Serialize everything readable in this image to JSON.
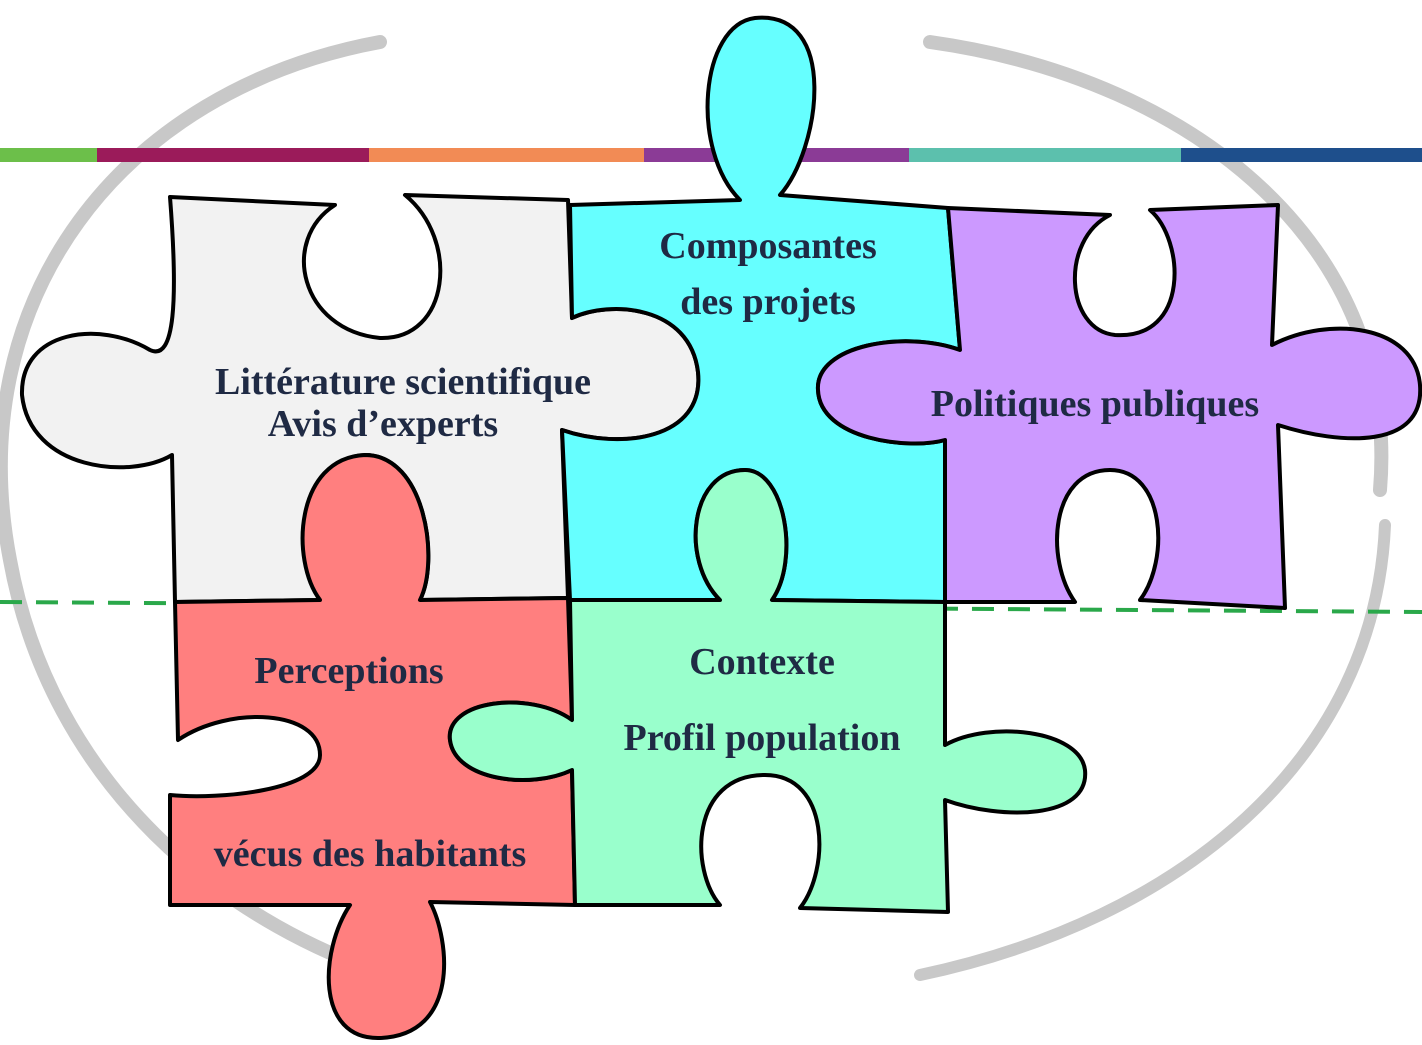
{
  "colors": {
    "bar": [
      "#6cbf4a",
      "#9b1b5a",
      "#f28b55",
      "#8b3b96",
      "#5cc0ad",
      "#1e4f8c"
    ],
    "dash": "#2aa84a",
    "ellipse": "#c8c8c8",
    "literature": "#f2f2f2",
    "components": "#66ffff",
    "policies": "#cc99ff",
    "perceptions": "#ff7f7f",
    "context": "#99ffcc"
  },
  "pieces": {
    "literature": {
      "line1": "Littérature scientifique",
      "line2": "Avis d’experts"
    },
    "components": {
      "line1": "Composantes",
      "line2": "des projets"
    },
    "policies": {
      "line1": "Politiques publiques"
    },
    "perceptions": {
      "line1": "Perceptions",
      "line2": "vécus des habitants"
    },
    "context": {
      "line1": "Contexte",
      "line2": "Profil population"
    }
  }
}
